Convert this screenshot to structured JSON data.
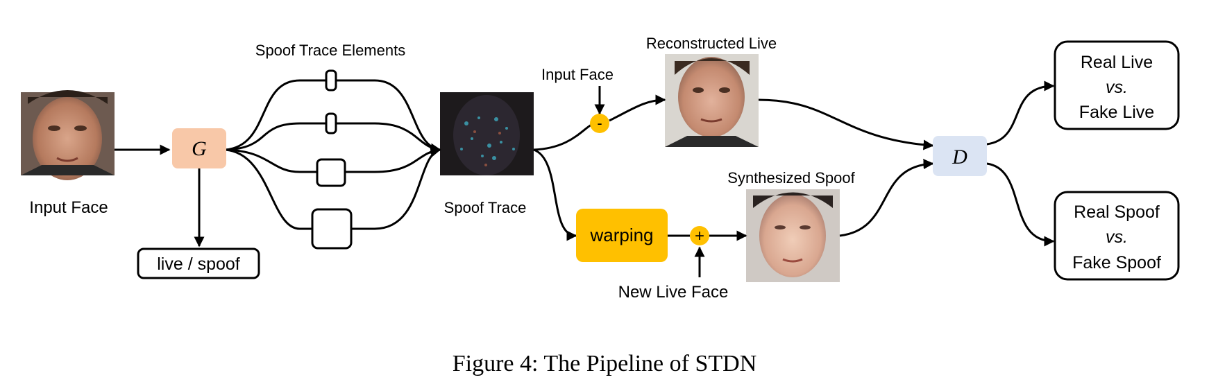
{
  "labels": {
    "input_face": "Input Face",
    "spoof_trace_elements": "Spoof Trace Elements",
    "spoof_trace": "Spoof Trace",
    "input_face_2": "Input Face",
    "reconstructed_live": "Reconstructed Live",
    "synthesized_spoof": "Synthesized Spoof",
    "new_live_face": "New Live Face"
  },
  "nodes": {
    "generator": "G",
    "discriminator": "D",
    "live_spoof": "live / spoof",
    "warping": "warping",
    "minus": "-",
    "plus": "+"
  },
  "outputs": {
    "top": {
      "line1": "Real Live",
      "line2": "vs.",
      "line3": "Fake Live"
    },
    "bottom": {
      "line1": "Real Spoof",
      "line2": "vs.",
      "line3": "Fake Spoof"
    }
  },
  "caption": "Figure 4: The Pipeline of STDN",
  "colors": {
    "generator_fill": "#f8c8a8",
    "discriminator_fill": "#dbe4f3",
    "operator_fill": "#ffc000",
    "warping_fill": "#ffc000"
  }
}
